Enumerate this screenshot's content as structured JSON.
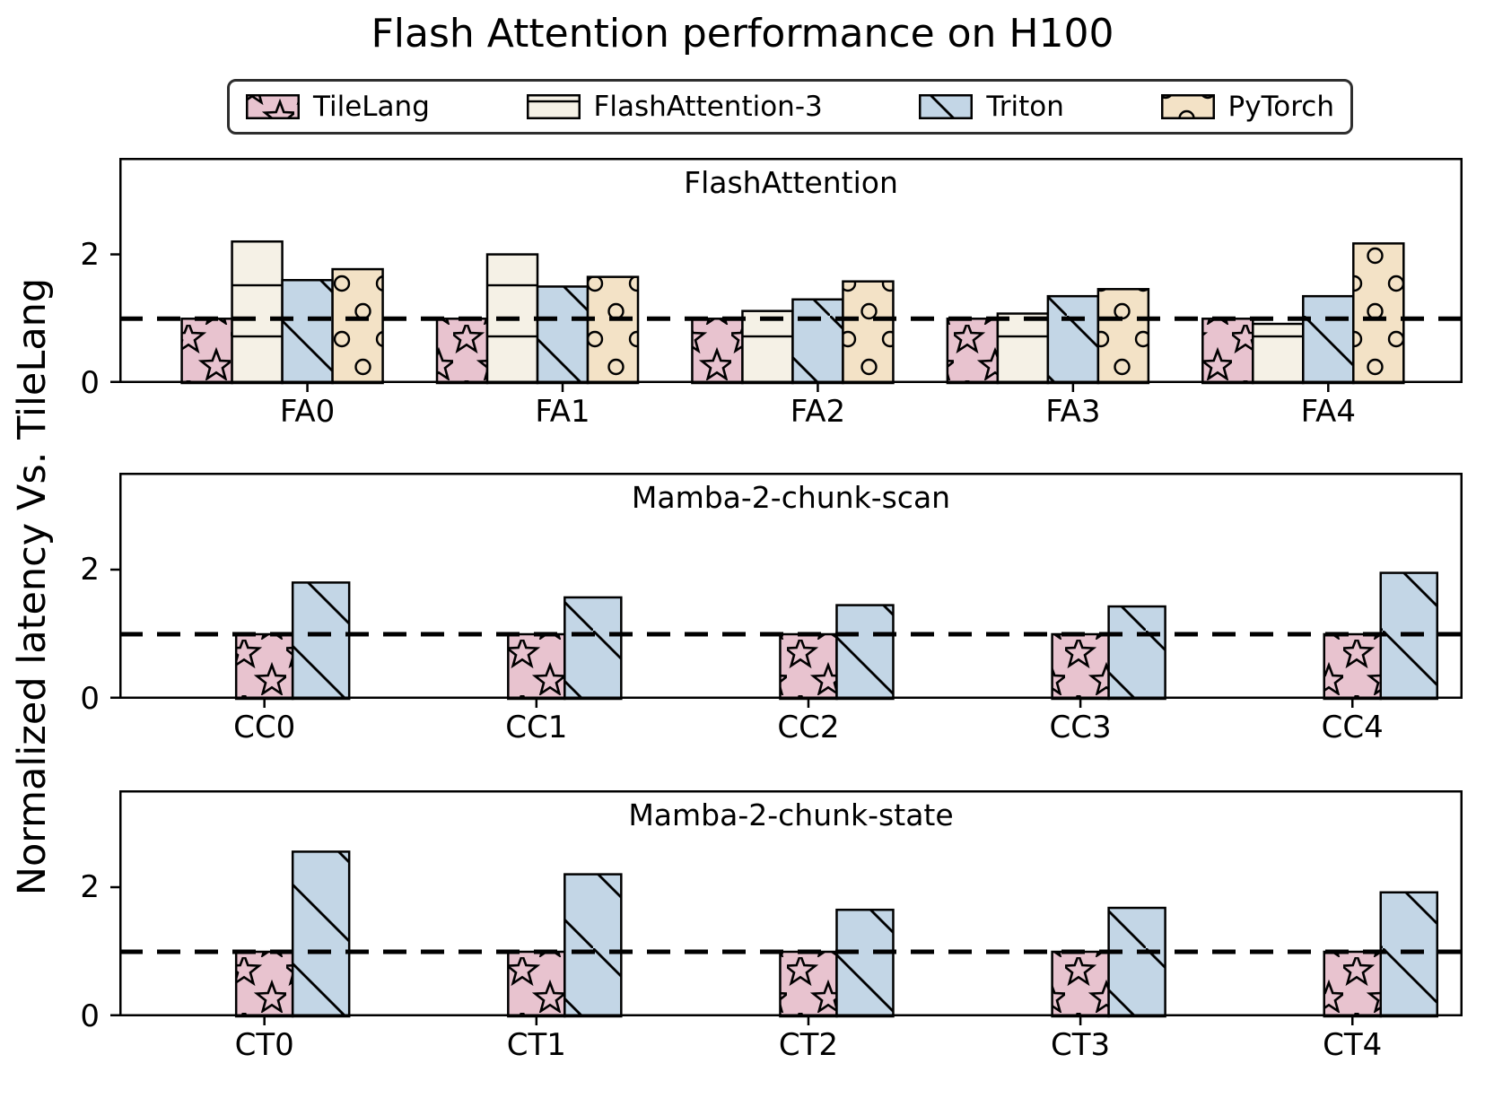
{
  "title": "Flash Attention performance on H100",
  "ylabel": "Normalized latency Vs. TileLang",
  "legend": {
    "position": "top",
    "labels": [
      "TileLang",
      "FlashAttention-3",
      "Triton",
      "PyTorch"
    ]
  },
  "series_styles": [
    {
      "name": "TileLang",
      "color": "#e8c3cf",
      "hatch": "star",
      "hatch_icon": "star-hatch-icon"
    },
    {
      "name": "FlashAttention-3",
      "color": "#f5f1e6",
      "hatch": "hlines",
      "hatch_icon": "horizontal-lines-hatch-icon"
    },
    {
      "name": "Triton",
      "color": "#c3d6e6",
      "hatch": "diag",
      "hatch_icon": "diagonal-hatch-icon"
    },
    {
      "name": "PyTorch",
      "color": "#f3e2c6",
      "hatch": "circles",
      "hatch_icon": "circles-hatch-icon"
    }
  ],
  "edge_color": "#000000",
  "reference_line": {
    "value": 1,
    "style": "dashed",
    "color": "#000000"
  },
  "chart_data": [
    {
      "type": "bar",
      "title": "FlashAttention",
      "categories": [
        "FA0",
        "FA1",
        "FA2",
        "FA3",
        "FA4"
      ],
      "series": [
        {
          "name": "TileLang",
          "values": [
            1.0,
            1.0,
            1.0,
            1.0,
            1.0
          ]
        },
        {
          "name": "FlashAttention-3",
          "values": [
            2.2,
            2.0,
            1.12,
            1.08,
            0.92
          ]
        },
        {
          "name": "Triton",
          "values": [
            1.6,
            1.5,
            1.3,
            1.35,
            1.35
          ]
        },
        {
          "name": "PyTorch",
          "values": [
            1.77,
            1.65,
            1.58,
            1.46,
            2.17
          ]
        }
      ],
      "ylim": [
        0,
        3.5
      ],
      "yticks": [
        0,
        2
      ],
      "grid": false,
      "reference_value": 1
    },
    {
      "type": "bar",
      "title": "Mamba-2-chunk-scan",
      "categories": [
        "CC0",
        "CC1",
        "CC2",
        "CC3",
        "CC4"
      ],
      "series": [
        {
          "name": "TileLang",
          "values": [
            1.0,
            1.0,
            1.0,
            1.0,
            1.0
          ]
        },
        {
          "name": "Triton",
          "values": [
            1.8,
            1.57,
            1.45,
            1.43,
            1.95
          ]
        }
      ],
      "ylim": [
        0,
        3.5
      ],
      "yticks": [
        0,
        2
      ],
      "grid": false,
      "reference_value": 1
    },
    {
      "type": "bar",
      "title": "Mamba-2-chunk-state",
      "categories": [
        "CT0",
        "CT1",
        "CT2",
        "CT3",
        "CT4"
      ],
      "series": [
        {
          "name": "TileLang",
          "values": [
            1.0,
            1.0,
            1.0,
            1.0,
            1.0
          ]
        },
        {
          "name": "Triton",
          "values": [
            2.55,
            2.2,
            1.65,
            1.68,
            1.92
          ]
        }
      ],
      "ylim": [
        0,
        3.5
      ],
      "yticks": [
        0,
        2
      ],
      "grid": false,
      "reference_value": 1
    }
  ]
}
